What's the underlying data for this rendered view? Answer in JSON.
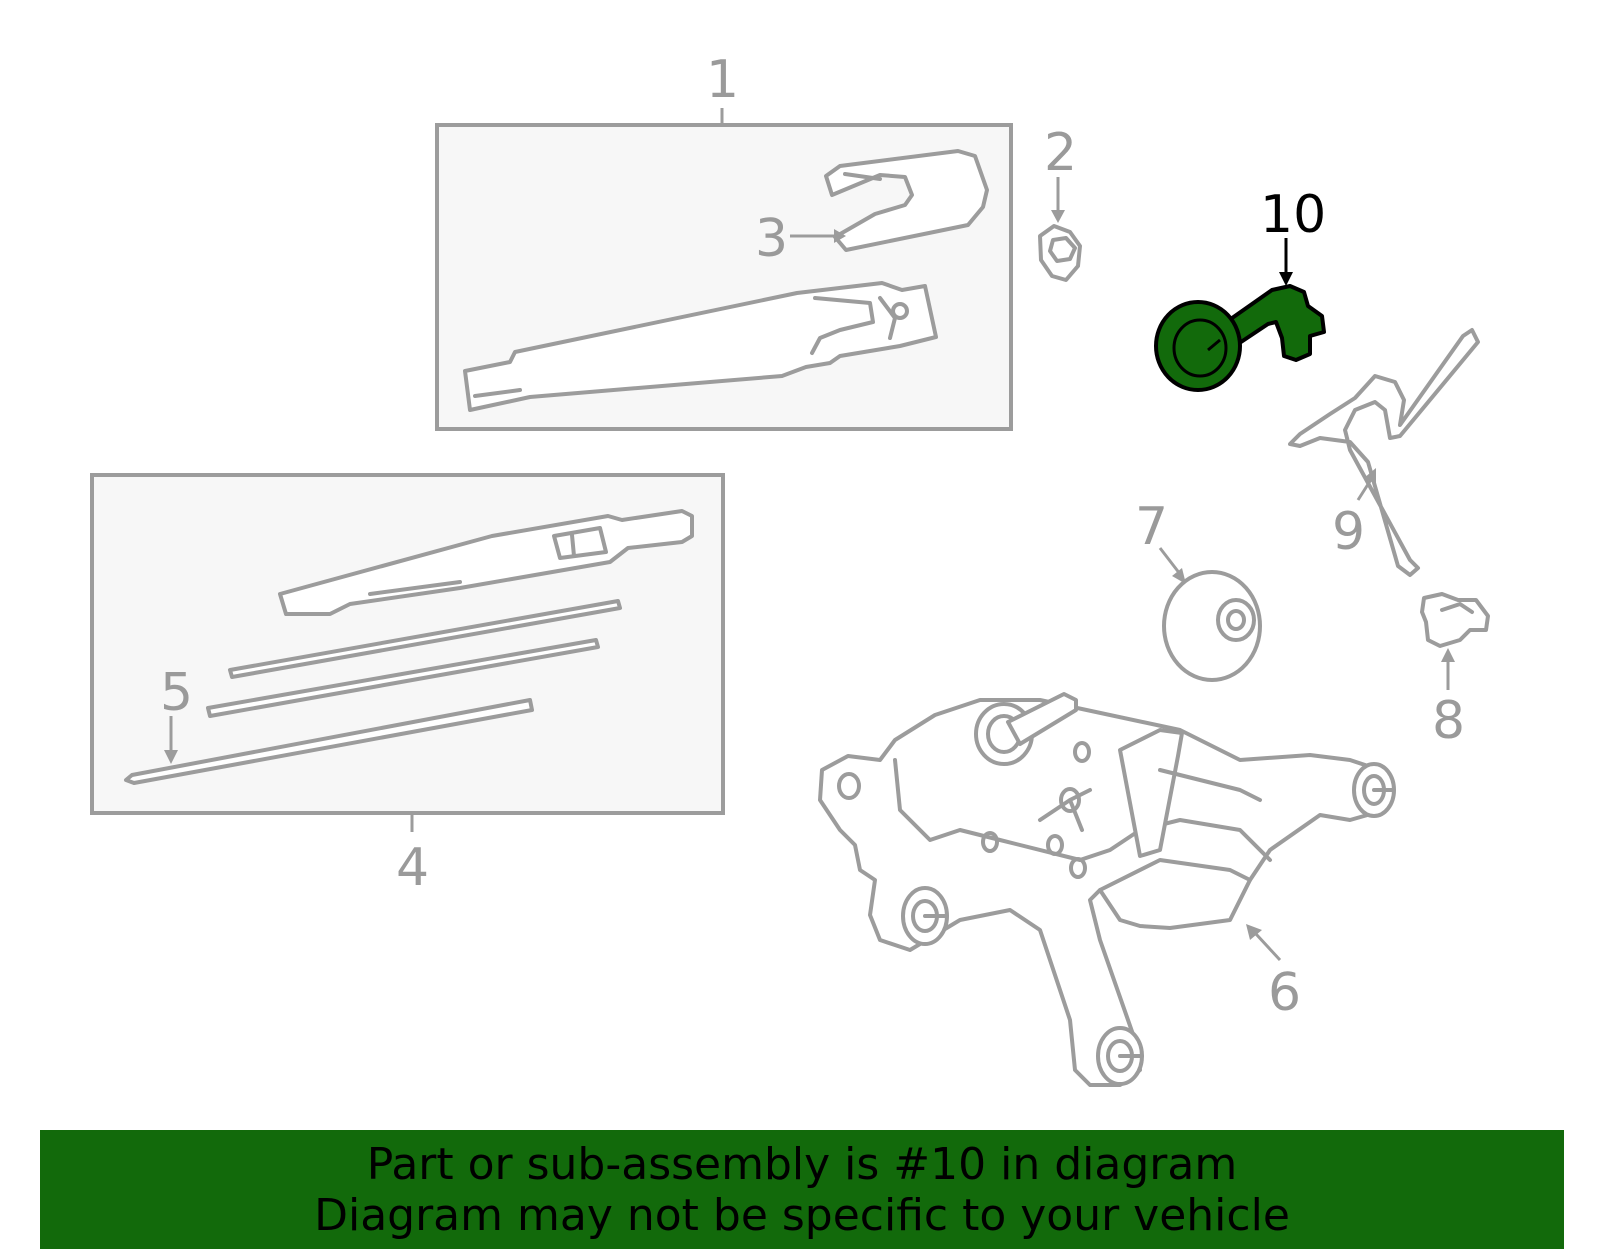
{
  "diagram": {
    "callouts": [
      {
        "number": "1"
      },
      {
        "number": "2"
      },
      {
        "number": "3"
      },
      {
        "number": "4"
      },
      {
        "number": "5"
      },
      {
        "number": "6"
      },
      {
        "number": "7"
      },
      {
        "number": "8"
      },
      {
        "number": "9"
      },
      {
        "number": "10"
      }
    ],
    "highlighted_part": "10",
    "colors": {
      "highlight": "#126a0b",
      "line_art": "#9c9c9c",
      "panel": "#f7f7f7"
    }
  },
  "banner": {
    "line1": "Part or sub-assembly is #10 in diagram",
    "line2": "Diagram may not be specific to your vehicle"
  }
}
